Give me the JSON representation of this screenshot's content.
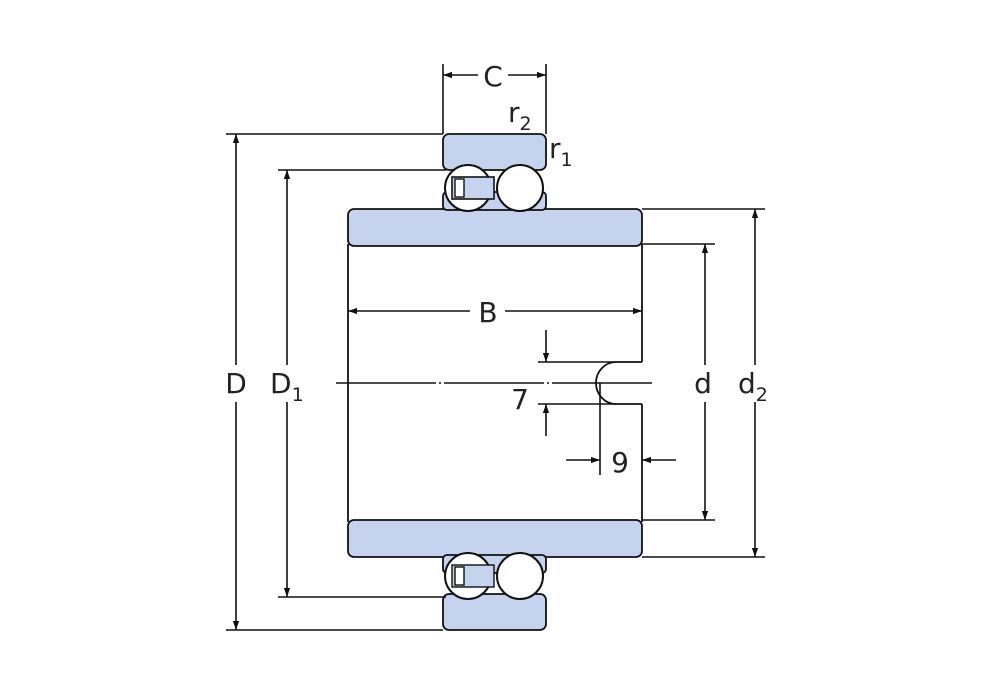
{
  "diagram": {
    "type": "self-aligning ball bearing on adapter sleeve — cross section with dimensions",
    "colors": {
      "ring_fill": "#c6d3ee",
      "line": "#111111",
      "label": "#222222",
      "background": "#ffffff"
    },
    "labels": {
      "C": "C",
      "r2_base": "r",
      "r2_sub": "2",
      "r1_base": "r",
      "r1_sub": "1",
      "D": "D",
      "D1_base": "D",
      "D1_sub": "1",
      "B": "B",
      "d": "d",
      "d2_base": "d",
      "d2_sub": "2",
      "groove_width": "7",
      "groove_depth": "9"
    }
  }
}
